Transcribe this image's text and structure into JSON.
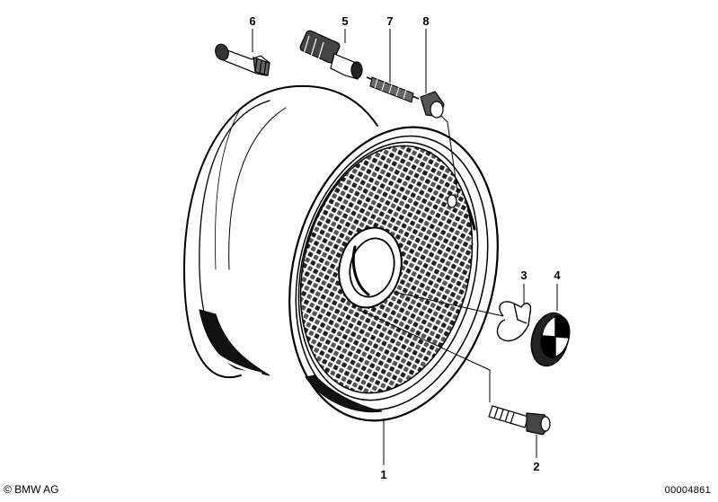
{
  "diagram": {
    "callouts": [
      {
        "id": "1",
        "label": "1"
      },
      {
        "id": "2",
        "label": "2"
      },
      {
        "id": "3",
        "label": "3"
      },
      {
        "id": "4",
        "label": "4"
      },
      {
        "id": "5",
        "label": "5"
      },
      {
        "id": "6",
        "label": "6"
      },
      {
        "id": "7",
        "label": "7"
      },
      {
        "id": "8",
        "label": "8"
      }
    ]
  },
  "footer": {
    "copyright": "© BMW AG",
    "image_number": "00004861"
  }
}
